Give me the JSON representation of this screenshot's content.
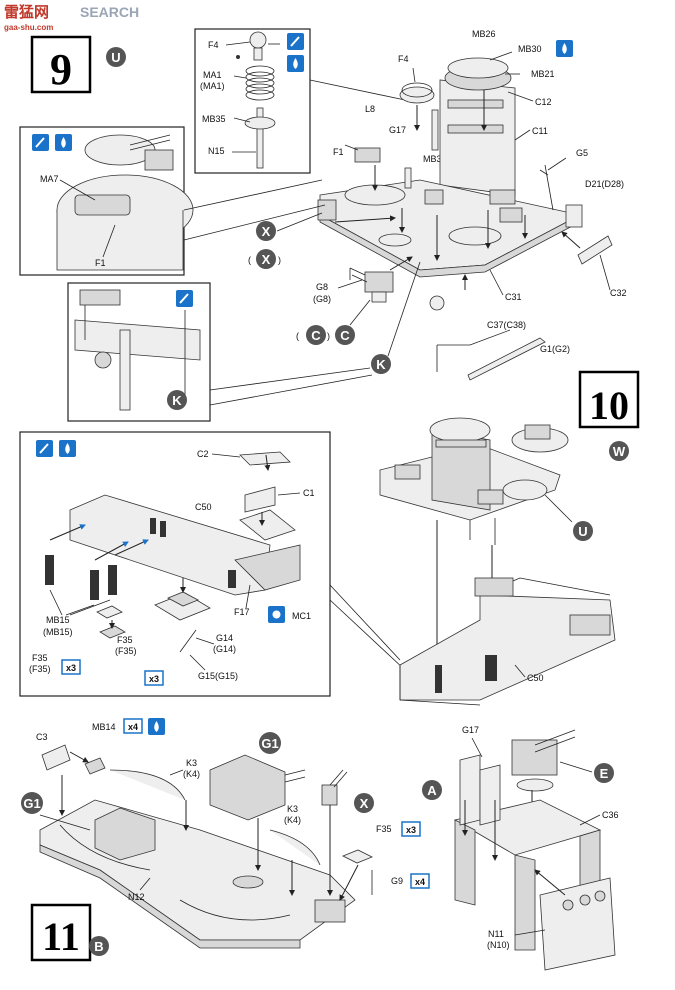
{
  "watermark": {
    "left": "雷猛网",
    "right": "SEARCH",
    "url": "gaa-shu.com"
  },
  "steps": {
    "s9": "9",
    "s10": "10",
    "s11": "11"
  },
  "markers": {
    "u1": "U",
    "x1": "X",
    "x2": "X",
    "c1": "C",
    "c2": "C",
    "k1": "K",
    "k2": "K",
    "w": "W",
    "u2": "U",
    "g1a": "G1",
    "g1b": "G1",
    "x3": "X",
    "b": "B",
    "a": "A",
    "e": "E"
  },
  "labels": {
    "f4a": "F4",
    "ma1": "MA1",
    "ma1b": "(MA1)",
    "mb35": "MB35",
    "n15": "N15",
    "f4b": "F4",
    "mb26": "MB26",
    "mb30": "MB30",
    "mb21": "MB21",
    "c12": "C12",
    "l8": "L8",
    "g17a": "G17",
    "c11": "C11",
    "f1a": "F1",
    "mb36": "MB36",
    "ma7": "MA7",
    "f1b": "F1",
    "g5": "G5",
    "d21": "D21(D28)",
    "g8": "G8",
    "g8b": "(G8)",
    "c31": "C31",
    "c32": "C32",
    "c37": "C37(C38)",
    "g1g2": "G1(G2)",
    "c2": "C2",
    "c1": "C1",
    "c50a": "C50",
    "mb15": "MB15",
    "mb15b": "(MB15)",
    "f17": "F17",
    "mc1": "MC1",
    "g14": "G14",
    "g14b": "(G14)",
    "f35a": "F35",
    "f35ab": "(F35)",
    "f35b": "F35",
    "f35bb": "(F35)",
    "g15": "G15(G15)",
    "c50b": "C50",
    "c3": "C3",
    "mb14": "MB14",
    "k3a": "K3",
    "k3ab": "(K4)",
    "k3b": "K3",
    "k3bb": "(K4)",
    "f35c": "F35",
    "g9": "G9",
    "n12": "N12",
    "g17b": "G17",
    "c36": "C36",
    "n11": "N11",
    "n11b": "(N10)"
  },
  "qty": {
    "x3a": "x3",
    "x3b": "x3",
    "x4a": "x4",
    "x3c": "x3",
    "x4b": "x4"
  }
}
